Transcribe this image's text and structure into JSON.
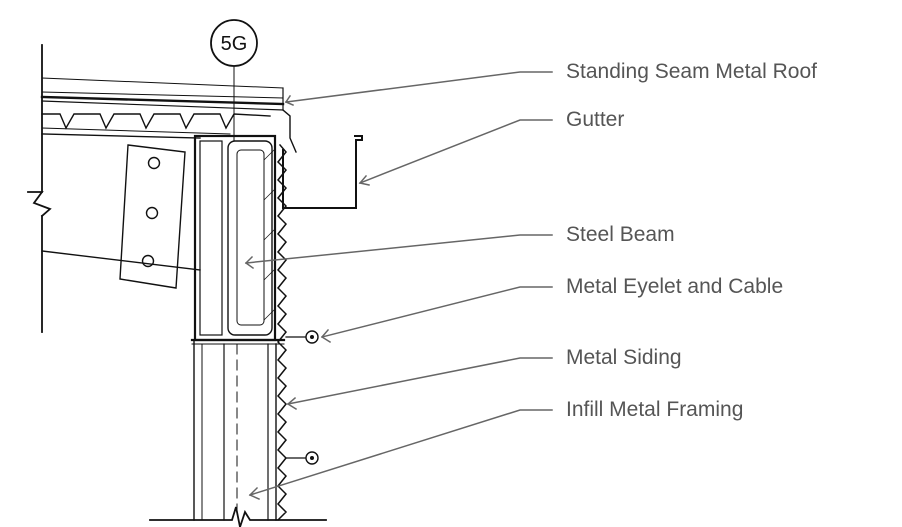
{
  "drawing": {
    "grid_tag": "5G",
    "labels": {
      "roof": "Standing Seam Metal Roof",
      "gutter": "Gutter",
      "beam": "Steel Beam",
      "eyelet": "Metal Eyelet and Cable",
      "siding": "Metal Siding",
      "framing": "Infill Metal Framing"
    }
  }
}
